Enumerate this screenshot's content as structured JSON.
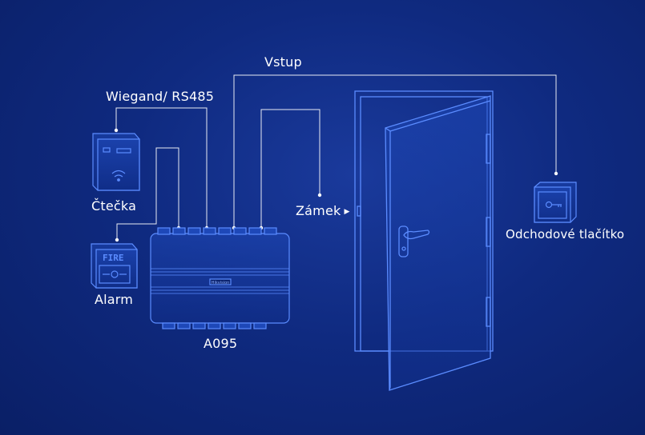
{
  "labels": {
    "vstup": "Vstup",
    "wiegand": "Wiegand/ RS485",
    "reader": "Čtečka",
    "alarm": "Alarm",
    "controller": "A095",
    "lock": "Zámek",
    "exit_button": "Odchodové tlačítko"
  },
  "fire_text": "FIRE",
  "controller_badge": "Hikvision",
  "icons": {
    "reader": "card-reader-icon",
    "alarm": "fire-alarm-icon",
    "exit": "exit-button-icon",
    "door": "door-icon",
    "controller": "access-controller-icon"
  },
  "colors": {
    "background": "#0f2a80",
    "line": "#ffffff",
    "device": "#5b8cff"
  }
}
